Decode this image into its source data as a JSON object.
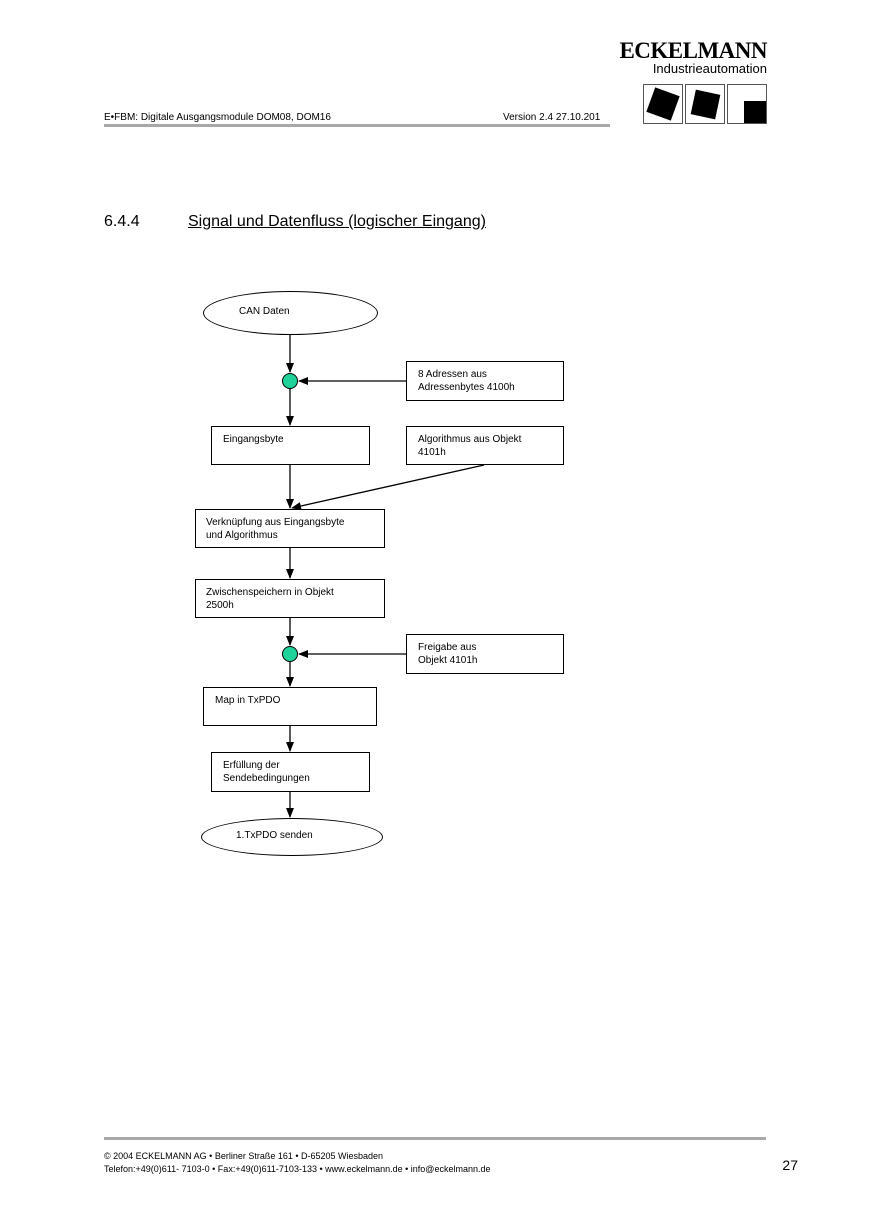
{
  "header": {
    "doc_title": "E•FBM: Digitale Ausgangsmodule DOM08, DOM16",
    "version": "Version 2.4   27.10.201",
    "brand_name": "ECKELMANN",
    "brand_sub": "Industrieautomation"
  },
  "section": {
    "number": "6.4.4",
    "title": "Signal und Datenfluss (logischer Eingang)"
  },
  "flow": {
    "can_daten": "CAN Daten",
    "adressen_1": "8 Adressen aus",
    "adressen_2": "Adressenbytes 4100h",
    "eingangsbyte": "Eingangsbyte",
    "algorithmus_1": "Algorithmus aus Objekt",
    "algorithmus_2": "4101h",
    "verknuepfung_1": "Verknüpfung aus Eingangsbyte",
    "verknuepfung_2": "und Algorithmus",
    "zwischen_1": "Zwischenspeichern in Objekt",
    "zwischen_2": "2500h",
    "freigabe_1": "Freigabe aus",
    "freigabe_2": "Objekt 4101h",
    "map": "Map in TxPDO",
    "erfuellung_1": "Erfüllung der",
    "erfuellung_2": "Sendebedingungen",
    "senden": "1.TxPDO senden"
  },
  "footer": {
    "line1": "©  2004 ECKELMANN AG • Berliner Straße 161 • D-65205 Wiesbaden",
    "line2": "Telefon:+49(0)611- 7103-0 • Fax:+49(0)611-7103-133 • www.eckelmann.de • info@eckelmann.de",
    "page": "27"
  },
  "colors": {
    "junction": "#1ed29a",
    "rule": "#a8a8a8"
  }
}
